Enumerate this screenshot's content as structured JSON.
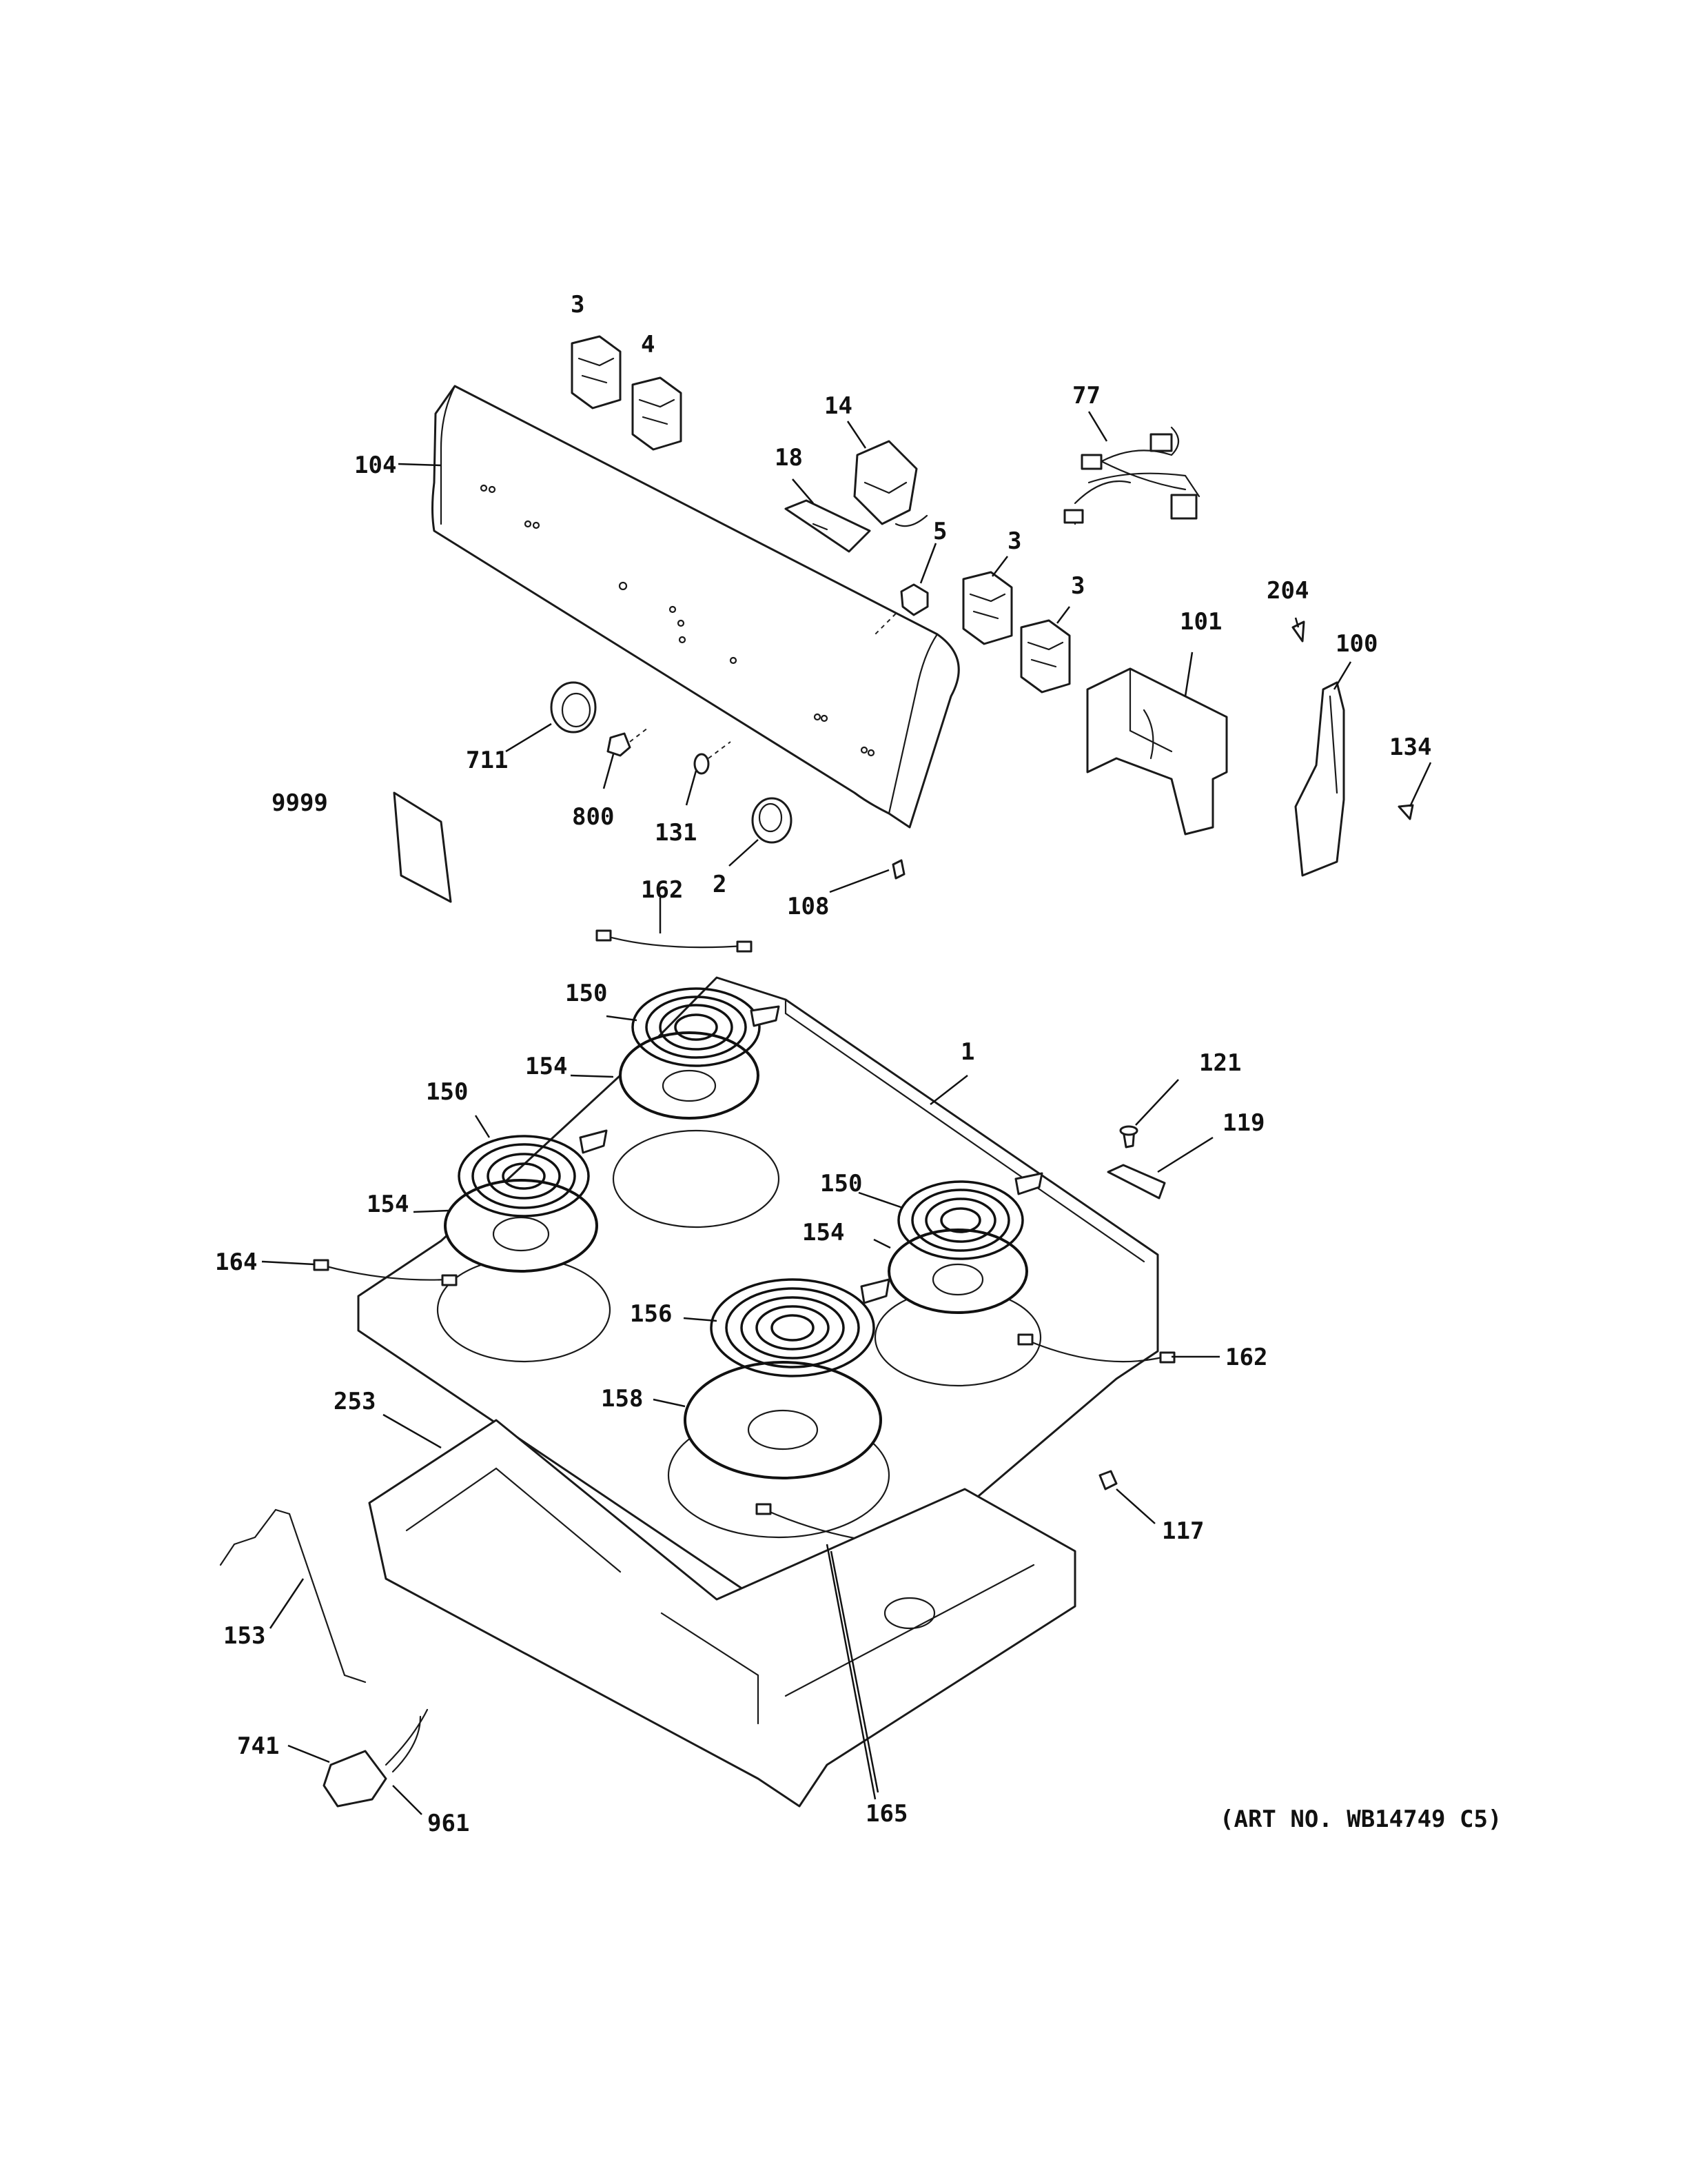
{
  "art_number": "(ART NO. WB14749 C5)",
  "callouts": [
    {
      "id": "c-3a",
      "text": "3"
    },
    {
      "id": "c-4",
      "text": "4"
    },
    {
      "id": "c-104",
      "text": "104"
    },
    {
      "id": "c-14",
      "text": "14"
    },
    {
      "id": "c-18",
      "text": "18"
    },
    {
      "id": "c-77",
      "text": "77"
    },
    {
      "id": "c-5",
      "text": "5"
    },
    {
      "id": "c-3b",
      "text": "3"
    },
    {
      "id": "c-3c",
      "text": "3"
    },
    {
      "id": "c-204",
      "text": "204"
    },
    {
      "id": "c-101",
      "text": "101"
    },
    {
      "id": "c-100",
      "text": "100"
    },
    {
      "id": "c-134",
      "text": "134"
    },
    {
      "id": "c-711",
      "text": "711"
    },
    {
      "id": "c-800",
      "text": "800"
    },
    {
      "id": "c-131",
      "text": "131"
    },
    {
      "id": "c-9999",
      "text": "9999"
    },
    {
      "id": "c-2",
      "text": "2"
    },
    {
      "id": "c-108",
      "text": "108"
    },
    {
      "id": "c-162a",
      "text": "162"
    },
    {
      "id": "c-150a",
      "text": "150"
    },
    {
      "id": "c-1",
      "text": "1"
    },
    {
      "id": "c-121",
      "text": "121"
    },
    {
      "id": "c-154a",
      "text": "154"
    },
    {
      "id": "c-150b",
      "text": "150"
    },
    {
      "id": "c-119",
      "text": "119"
    },
    {
      "id": "c-150c",
      "text": "150"
    },
    {
      "id": "c-154b",
      "text": "154"
    },
    {
      "id": "c-154c",
      "text": "154"
    },
    {
      "id": "c-164",
      "text": "164"
    },
    {
      "id": "c-156",
      "text": "156"
    },
    {
      "id": "c-162b",
      "text": "162"
    },
    {
      "id": "c-253",
      "text": "253"
    },
    {
      "id": "c-158",
      "text": "158"
    },
    {
      "id": "c-117",
      "text": "117"
    },
    {
      "id": "c-153",
      "text": "153"
    },
    {
      "id": "c-741",
      "text": "741"
    },
    {
      "id": "c-961",
      "text": "961"
    },
    {
      "id": "c-165",
      "text": "165"
    }
  ]
}
